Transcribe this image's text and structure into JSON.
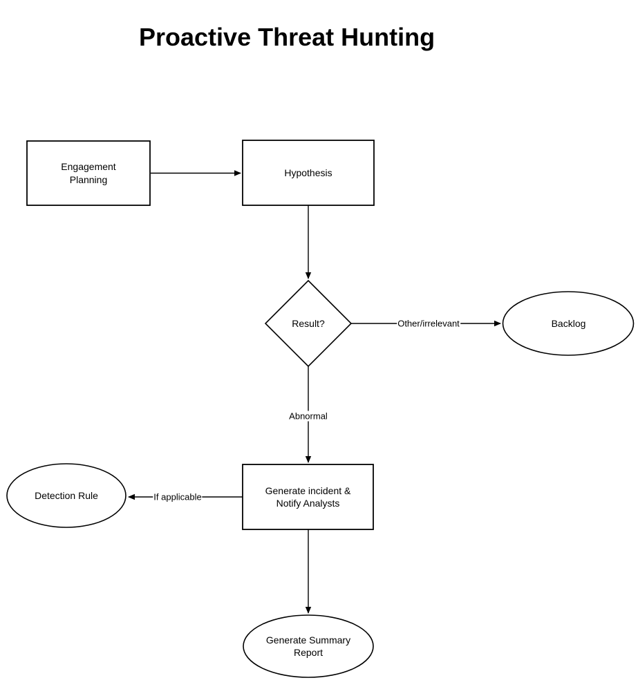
{
  "title": "Proactive Threat Hunting",
  "colors": {
    "stroke": "#000000",
    "shape_fill": "#ffffff",
    "text": "#000000",
    "background": "#ffffff"
  },
  "nodes": [
    {
      "id": "engagement-planning",
      "type": "rectangle",
      "label": "Engagement\nPlanning"
    },
    {
      "id": "hypothesis",
      "type": "rectangle",
      "label": "Hypothesis"
    },
    {
      "id": "result",
      "type": "diamond",
      "label": "Result?"
    },
    {
      "id": "backlog",
      "type": "ellipse",
      "label": "Backlog"
    },
    {
      "id": "generate-incident",
      "type": "rectangle",
      "label": "Generate incident &\nNotify Analysts"
    },
    {
      "id": "detection-rule",
      "type": "ellipse",
      "label": "Detection Rule"
    },
    {
      "id": "generate-summary-report",
      "type": "ellipse",
      "label": "Generate Summary\nReport"
    }
  ],
  "edges": [
    {
      "from": "engagement-planning",
      "to": "hypothesis",
      "label": ""
    },
    {
      "from": "hypothesis",
      "to": "result",
      "label": ""
    },
    {
      "from": "result",
      "to": "backlog",
      "label": "Other/irrelevant"
    },
    {
      "from": "result",
      "to": "generate-incident",
      "label": "Abnormal"
    },
    {
      "from": "generate-incident",
      "to": "detection-rule",
      "label": "If applicable"
    },
    {
      "from": "generate-incident",
      "to": "generate-summary-report",
      "label": ""
    }
  ]
}
